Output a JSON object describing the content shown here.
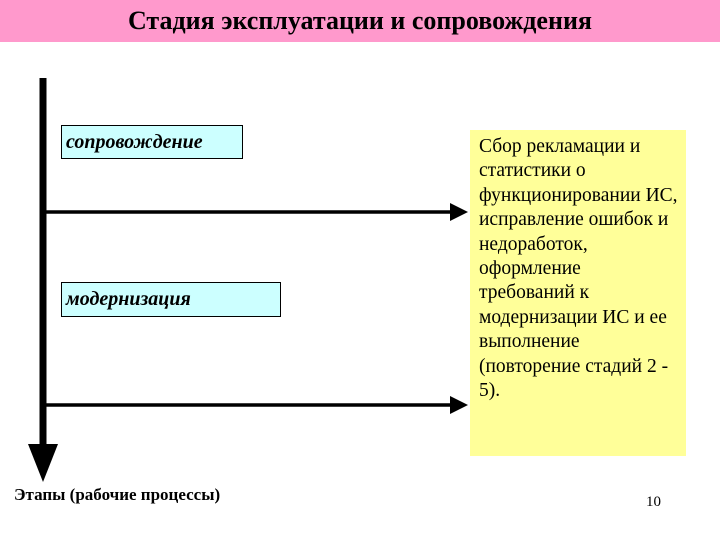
{
  "title": "Стадия эксплуатации и сопровождения",
  "stages": [
    {
      "label": "сопровождение"
    },
    {
      "label": "модернизация"
    }
  ],
  "description": "Сбор рекламации и статистики о функционировании ИС, исправление ошибок и недоработок, оформление требований к модернизации ИС и ее выполнение (повторение стадий 2 - 5).",
  "axis_label": "Этапы (рабочие процессы)",
  "page_number": "10",
  "colors": {
    "title_bar": "#ff99cc",
    "stage_box": "#ccffff",
    "description_box": "#ffff99"
  }
}
